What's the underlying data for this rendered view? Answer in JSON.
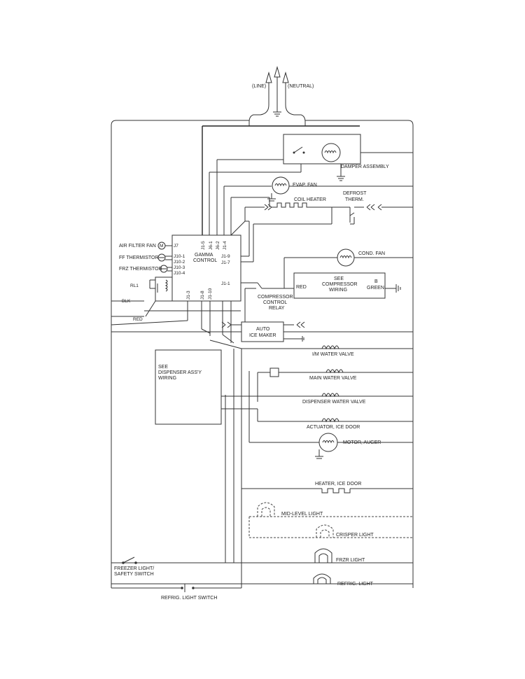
{
  "supply": {
    "line": "(LINE)",
    "neutral": "(NEUTRAL)"
  },
  "control": {
    "title_1": "GAMMA",
    "title_2": "CONTROL",
    "pins_top": [
      "J1-5",
      "J6-1",
      "J6-2",
      "J1-4"
    ],
    "pins_right": [
      "J1-9",
      "J1-7",
      "J1-1"
    ],
    "pins_bottom": [
      "J1-3",
      "J1-8",
      "J1-10"
    ],
    "pin_j7": "J7",
    "pins_ff": [
      "J10-1",
      "J10-2"
    ],
    "pins_frz": [
      "J10-3",
      "J10-4"
    ]
  },
  "left_components": {
    "air_filter_fan": "AIR FILTER FAN",
    "ff_thermistor": "FF THERMISTOR",
    "frz_thermistor": "FRZ THERMISTOR",
    "rl1": "RL1",
    "blk": "BLK",
    "red": "RED"
  },
  "components": {
    "damper_assembly": "DAMPER ASSEMBLY",
    "evap_fan": "EVAP. FAN",
    "coil_heater": "COIL HEATER",
    "defrost_therm_1": "DEFROST",
    "defrost_therm_2": "THERM.",
    "cond_fan": "COND. FAN",
    "compressor_see_1": "SEE",
    "compressor_see_2": "COMPRESSOR",
    "compressor_see_3": "WIRING",
    "compressor_red": "RED",
    "compressor_b": "B",
    "compressor_green": "GREEN",
    "relay_1": "COMPRESSOR",
    "relay_2": "CONTROL",
    "relay_3": "RELAY",
    "ice_maker_1": "AUTO",
    "ice_maker_2": "ICE MAKER",
    "im_water_valve": "I/M WATER VALVE",
    "main_water_valve": "MAIN WATER VALVE",
    "dispenser_water_valve": "DISPENSER WATER VALVE",
    "actuator_ice_door": "ACTUATOR, ICE DOOR",
    "motor_auger": "MOTOR, AUGER",
    "heater_ice_door": "HEATER, ICE DOOR",
    "mid_level_light": "MID-LEVEL LIGHT",
    "crisper_light": "CRISPER LIGHT",
    "frzr_light": "FRZR LIGHT",
    "refrig_light": "REFRIG. LIGHT"
  },
  "dispenser": {
    "line_1": "SEE",
    "line_2": "DISPENSER ASS'Y",
    "line_3": "WIRING"
  },
  "switches": {
    "freezer_1": "FREEZER LIGHT/",
    "freezer_2": "SAFETY SWITCH",
    "refrig": "REFRIG. LIGHT SWITCH"
  }
}
